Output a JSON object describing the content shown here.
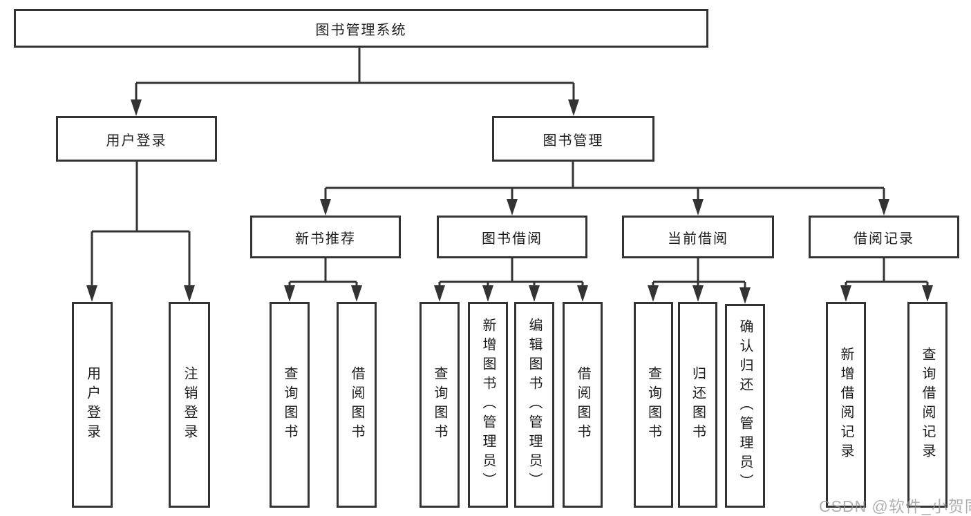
{
  "diagram": {
    "title": "图书管理系统",
    "type": "hierarchy-tree",
    "colors": {
      "line": "#333333",
      "box_border": "#333333",
      "text": "#1c1c1c",
      "background": "#ffffff",
      "watermark": "#969696"
    },
    "watermark": "CSDN @软件_小贺同学",
    "root": {
      "label": "图书管理系统",
      "children": [
        {
          "label": "用户登录",
          "children": [
            {
              "label": "用户登录"
            },
            {
              "label": "注销登录"
            }
          ]
        },
        {
          "label": "图书管理",
          "children": [
            {
              "label": "新书推荐",
              "children": [
                {
                  "label": "查询图书"
                },
                {
                  "label": "借阅图书"
                }
              ]
            },
            {
              "label": "图书借阅",
              "children": [
                {
                  "label": "查询图书"
                },
                {
                  "label": "新增图书（管理员）"
                },
                {
                  "label": "编辑图书（管理员）"
                },
                {
                  "label": "借阅图书"
                }
              ]
            },
            {
              "label": "当前借阅",
              "children": [
                {
                  "label": "查询图书"
                },
                {
                  "label": "归还图书"
                },
                {
                  "label": "确认归还（管理员）"
                }
              ]
            },
            {
              "label": "借阅记录",
              "children": [
                {
                  "label": "新增借阅记录"
                },
                {
                  "label": "查询借阅记录"
                }
              ]
            }
          ]
        }
      ]
    }
  }
}
